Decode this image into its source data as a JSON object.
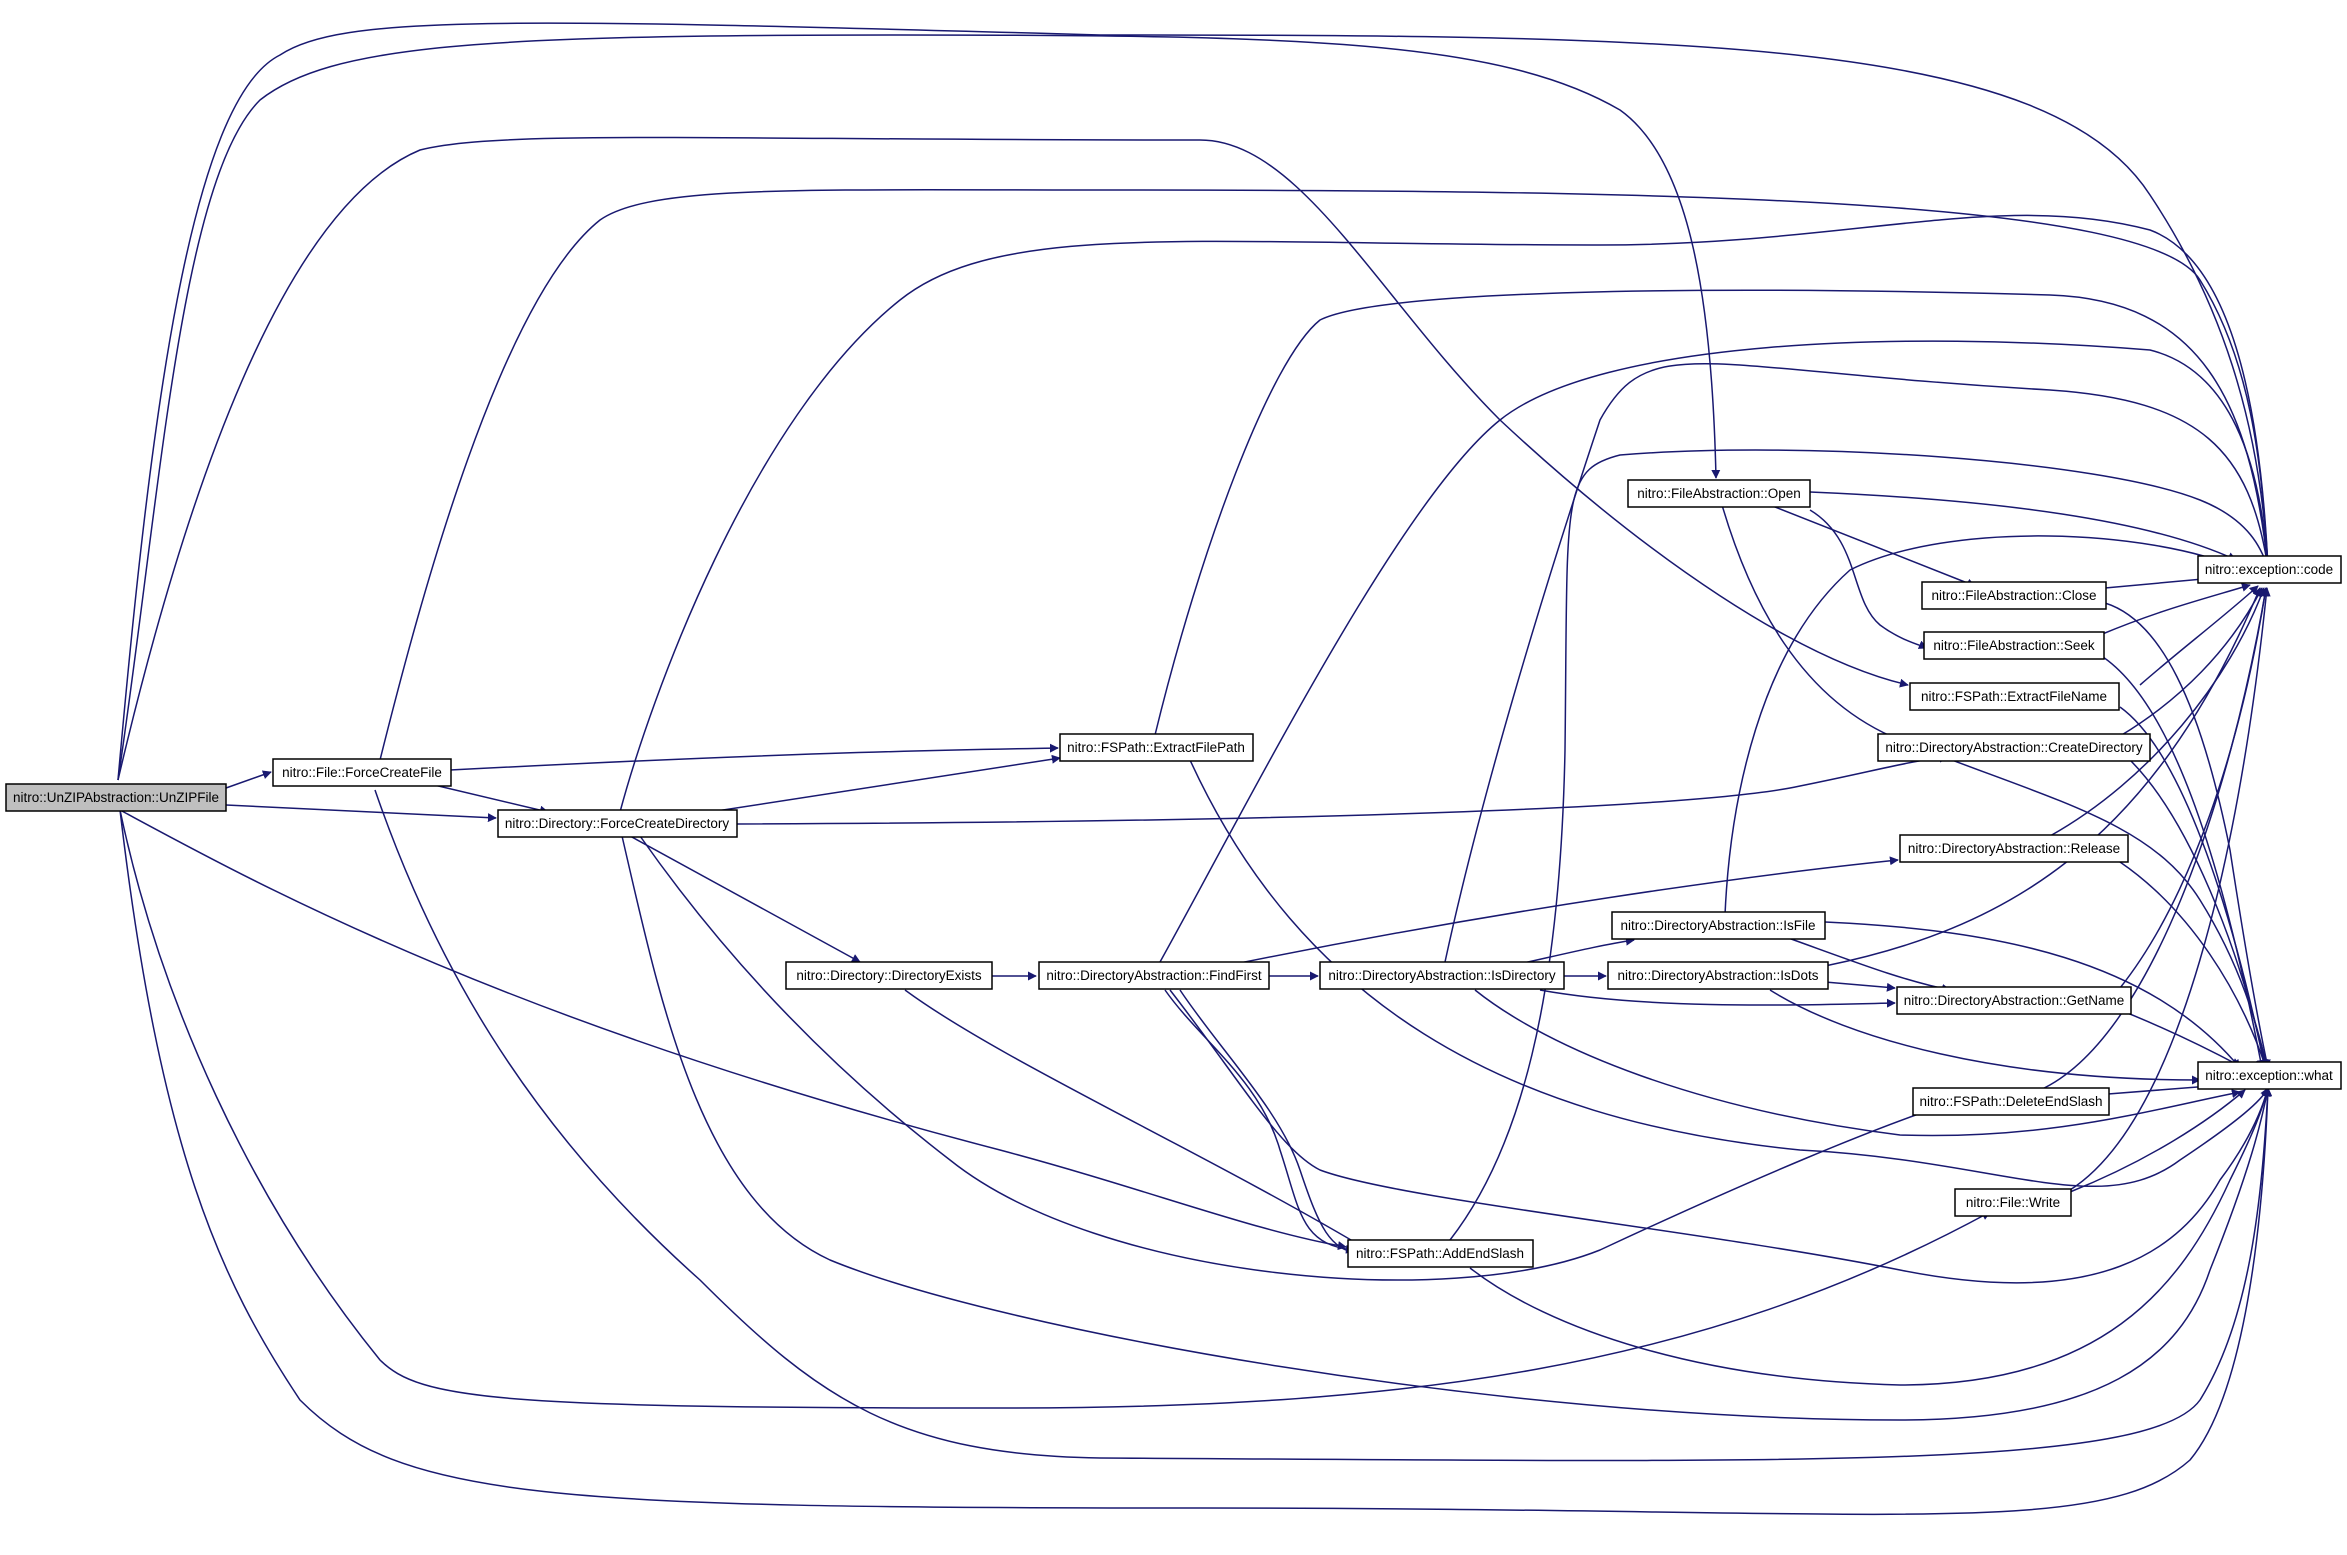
{
  "colors": {
    "edge": "#191970",
    "root_fill": "#bfbfbf",
    "node_fill": "#ffffff",
    "node_stroke": "#000000"
  },
  "nodes": {
    "unzip": "nitro::UnZIPAbstraction::UnZIPFile",
    "forcecreatefile": "nitro::File::ForceCreateFile",
    "forcecreatedirectory": "nitro::Directory::ForceCreateDirectory",
    "extractfilepath": "nitro::FSPath::ExtractFilePath",
    "directoryexists": "nitro::Directory::DirectoryExists",
    "findfirst": "nitro::DirectoryAbstraction::FindFirst",
    "isdirectory": "nitro::DirectoryAbstraction::IsDirectory",
    "addendslash": "nitro::FSPath::AddEndSlash",
    "open": "nitro::FileAbstraction::Open",
    "isfile": "nitro::DirectoryAbstraction::IsFile",
    "isdots": "nitro::DirectoryAbstraction::IsDots",
    "close": "nitro::FileAbstraction::Close",
    "seek": "nitro::FileAbstraction::Seek",
    "extractfilename": "nitro::FSPath::ExtractFileName",
    "createdirectory": "nitro::DirectoryAbstraction::CreateDirectory",
    "release": "nitro::DirectoryAbstraction::Release",
    "getname": "nitro::DirectoryAbstraction::GetName",
    "deleteendslash": "nitro::FSPath::DeleteEndSlash",
    "write": "nitro::File::Write",
    "code": "nitro::exception::code",
    "what": "nitro::exception::what"
  }
}
